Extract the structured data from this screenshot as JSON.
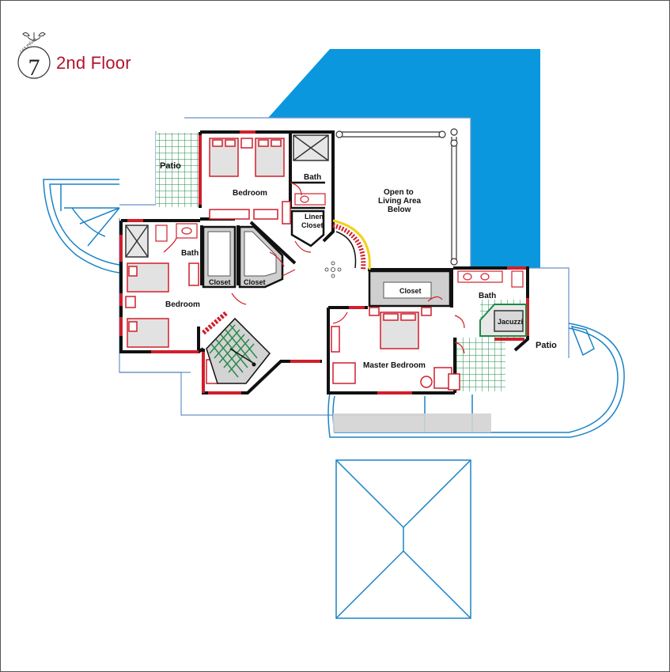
{
  "header": {
    "title": "2nd Floor",
    "logo_text": "LAS PIÑAS",
    "logo_number": "7"
  },
  "rooms": {
    "patio_left": "Patio",
    "bedroom_top": "Bedroom",
    "bath_top": "Bath",
    "linen_closet_line1": "Linen",
    "linen_closet_line2": "Closet",
    "open_area_line1": "Open to",
    "open_area_line2": "Living Area",
    "open_area_line3": "Below",
    "bath_left": "Bath",
    "closet_left_1": "Closet",
    "closet_left_2": "Closet",
    "bedroom_left": "Bedroom",
    "closet_master": "Closet",
    "bath_master": "Bath",
    "jacuzzi": "Jacuzzi",
    "patio_right": "Patio",
    "master_bedroom": "Master Bedroom"
  },
  "colors": {
    "pool_blue": "#0a97dd",
    "outline_blue": "#1a84c6",
    "wall_dark": "#111111",
    "furniture_red": "#d11f2b",
    "tile_green": "#1a8a46",
    "stair_green": "#2a8a4a",
    "title_red": "#b3122b",
    "yellow_arc": "#f0d21a"
  }
}
